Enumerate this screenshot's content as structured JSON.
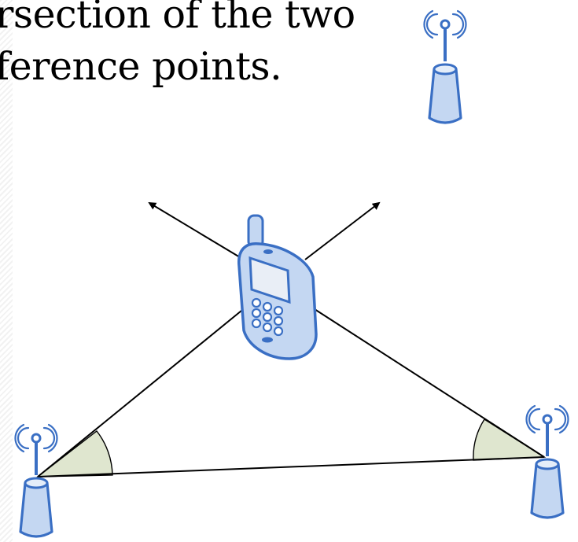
{
  "caption": {
    "line1": "rsection of the two",
    "line2": "ference points."
  },
  "diagram": {
    "elements": [
      "mobile-phone",
      "base-station-top-right",
      "base-station-bottom-left",
      "base-station-bottom-right"
    ],
    "colors": {
      "tower_fill": "#c4d7f2",
      "tower_stroke": "#3a6fc4",
      "signal": "#3a6fc4",
      "angle_fill": "#dfe6cf",
      "line": "#000000"
    },
    "icons": [
      "antenna-tower-icon",
      "mobile-phone-icon",
      "radio-signal-icon"
    ]
  }
}
